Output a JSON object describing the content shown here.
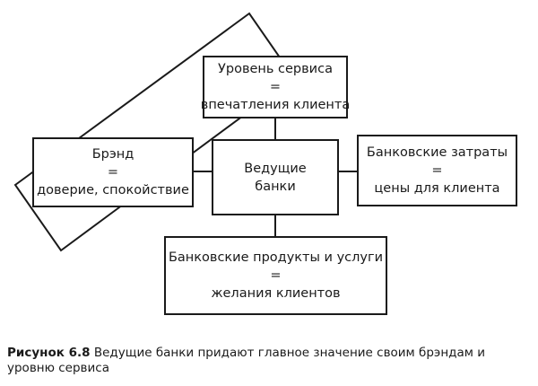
{
  "diagram": {
    "service": {
      "line1": "Уровень сервиса",
      "eq": "=",
      "line2": "впечатления клиента"
    },
    "brand": {
      "line1": "Брэнд",
      "eq": "=",
      "line2": "доверие, спокойствие"
    },
    "center": {
      "line1": "Ведущие",
      "line2": "банки"
    },
    "costs": {
      "line1": "Банковские затраты",
      "eq": "=",
      "line2": "цены для клиента"
    },
    "products": {
      "line1": "Банковские продукты и услуги",
      "eq": "=",
      "line2": "желания клиентов"
    }
  },
  "caption": {
    "label": "Рисунок 6.8",
    "text": " Ведущие банки придают главное значение своим брэндам и уровню сервиса"
  }
}
